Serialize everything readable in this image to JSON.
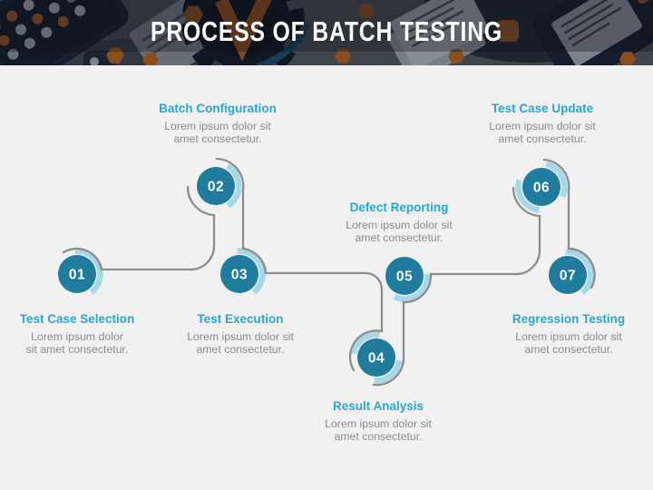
{
  "title": "PROCESS OF BATCH TESTING",
  "steps": [
    {
      "number": "01",
      "title": "Test Case Selection",
      "body_lines": [
        "Lorem ipsum dolor",
        "sit amet consectetur."
      ]
    },
    {
      "number": "02",
      "title": "Batch Configuration",
      "body_lines": [
        "Lorem ipsum dolor sit",
        "amet consectetur."
      ]
    },
    {
      "number": "03",
      "title": "Test Execution",
      "body_lines": [
        "Lorem ipsum dolor sit",
        "amet consectetur."
      ]
    },
    {
      "number": "04",
      "title": "Result Analysis",
      "body_lines": [
        "Lorem ipsum dolor sit",
        "amet consectetur."
      ]
    },
    {
      "number": "05",
      "title": "Defect Reporting",
      "body_lines": [
        "Lorem ipsum dolor sit",
        "amet consectetur."
      ]
    },
    {
      "number": "06",
      "title": "Test Case Update",
      "body_lines": [
        "Lorem ipsum dolor sit",
        "amet consectetur."
      ]
    },
    {
      "number": "07",
      "title": "Regression Testing",
      "body_lines": [
        "Lorem ipsum dolor sit",
        "amet consectetur."
      ]
    }
  ],
  "colors": {
    "accent": "#27a7d2",
    "node_fill": "#1f7c9c",
    "halo": "#a6d8e8",
    "path_line": "#8d8d8d",
    "body_text": "#8b8b8b",
    "canvas_bg": "#f1f1f2",
    "banner_bg": "#10161f",
    "banner_orange": "#c2691f",
    "title_text": "#ffffff"
  }
}
